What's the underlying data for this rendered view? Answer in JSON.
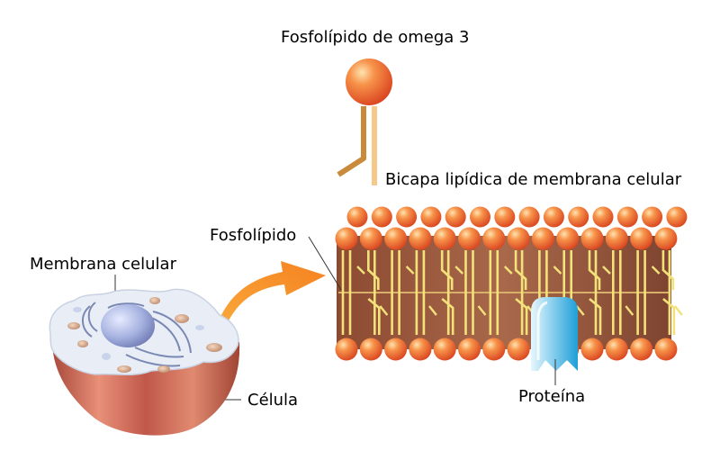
{
  "labels": {
    "omega3_phospholipid": "Fosfolípido de omega 3",
    "lipid_bilayer": "Bicapa lipídica de membrana celular",
    "phospholipid": "Fosfolípido",
    "cell_membrane": "Membrana celular",
    "cell": "Célula",
    "protein": "Proteína"
  },
  "colors": {
    "phospholipid_head": "#f26a2e",
    "tail_light": "#f5c98a",
    "tail_dark": "#c98a3c",
    "bilayer_interior": "#9c5a3c",
    "tail_yellow": "#f3e27a",
    "arrow": "#f7941d",
    "protein": "#29abe2",
    "cell_body": "#c86450",
    "cell_top": "#e6ecf5",
    "nucleus": "#a9b4de"
  }
}
